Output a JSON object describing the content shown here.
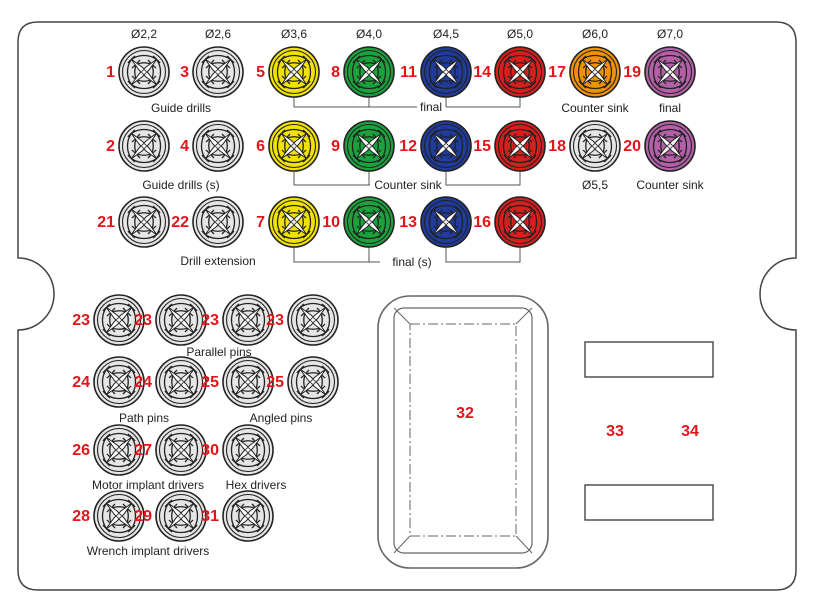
{
  "sizes": [
    "Ø2,2",
    "Ø2,6",
    "Ø3,6",
    "Ø4,0",
    "Ø4,5",
    "Ø5,0",
    "Ø6,0",
    "Ø7,0"
  ],
  "labels": {
    "guide_drills": "Guide drills",
    "final_1": "final",
    "counter_sink_1": "Counter sink",
    "final_2": "final",
    "guide_drills_s": "Guide drills (s)",
    "counter_sink_2": "Counter sink",
    "size_55": "Ø5,5",
    "counter_sink_3": "Counter sink",
    "drill_extension": "Drill extension",
    "final_s": "final (s)",
    "parallel_pins": "Parallel pins",
    "path_pins": "Path pins",
    "angled_pins": "Angled pins",
    "motor_implant_drivers": "Motor implant drivers",
    "hex_drivers": "Hex  drivers",
    "wrench_implant_drivers": "Wrench implant drivers"
  },
  "holders": [
    {
      "num": "1",
      "color": "grey"
    },
    {
      "num": "3",
      "color": "grey"
    },
    {
      "num": "5",
      "color": "yellow"
    },
    {
      "num": "8",
      "color": "green"
    },
    {
      "num": "11",
      "color": "blue"
    },
    {
      "num": "14",
      "color": "red"
    },
    {
      "num": "17",
      "color": "orange"
    },
    {
      "num": "19",
      "color": "purple"
    },
    {
      "num": "2",
      "color": "grey"
    },
    {
      "num": "4",
      "color": "grey"
    },
    {
      "num": "6",
      "color": "yellow"
    },
    {
      "num": "9",
      "color": "green"
    },
    {
      "num": "12",
      "color": "blue"
    },
    {
      "num": "15",
      "color": "red"
    },
    {
      "num": "18",
      "color": "grey"
    },
    {
      "num": "20",
      "color": "purple"
    },
    {
      "num": "21",
      "color": "grey"
    },
    {
      "num": "22",
      "color": "grey"
    },
    {
      "num": "7",
      "color": "yellow"
    },
    {
      "num": "10",
      "color": "green"
    },
    {
      "num": "13",
      "color": "blue"
    },
    {
      "num": "16",
      "color": "red"
    },
    {
      "num": "23",
      "color": "grey"
    },
    {
      "num": "23",
      "color": "grey"
    },
    {
      "num": "23",
      "color": "grey"
    },
    {
      "num": "23",
      "color": "grey"
    },
    {
      "num": "24",
      "color": "grey"
    },
    {
      "num": "24",
      "color": "grey"
    },
    {
      "num": "25",
      "color": "grey"
    },
    {
      "num": "25",
      "color": "grey"
    },
    {
      "num": "26",
      "color": "grey"
    },
    {
      "num": "27",
      "color": "grey"
    },
    {
      "num": "30",
      "color": "grey"
    },
    {
      "num": "28",
      "color": "grey"
    },
    {
      "num": "29",
      "color": "grey"
    },
    {
      "num": "31",
      "color": "grey"
    }
  ],
  "compartments": {
    "center": "32",
    "right_a": "33",
    "right_b": "34"
  },
  "colors": {
    "grey": "#e6e6e6",
    "yellow": "#f2e200",
    "green": "#1aa33c",
    "blue": "#1f3b9c",
    "red": "#d81d1d",
    "orange": "#f39200",
    "purple": "#b360a8",
    "number": "#e3151a",
    "outline": "#333333"
  }
}
